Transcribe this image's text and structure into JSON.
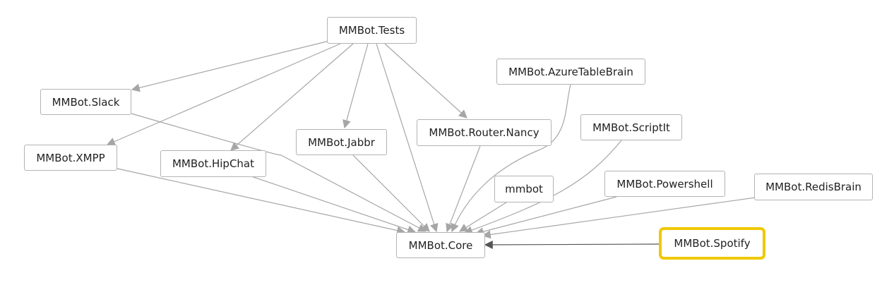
{
  "nodes": {
    "tests": "MMBot.Tests",
    "slack": "MMBot.Slack",
    "xmpp": "MMBot.XMPP",
    "hipchat": "MMBot.HipChat",
    "jabbr": "MMBot.Jabbr",
    "router_nancy": "MMBot.Router.Nancy",
    "azure_table_brain": "MMBot.AzureTableBrain",
    "scriptit": "MMBot.ScriptIt",
    "mmbot": "mmbot",
    "powershell": "MMBot.Powershell",
    "redis_brain": "MMBot.RedisBrain",
    "core": "MMBot.Core",
    "spotify": "MMBot.Spotify"
  },
  "selected_node": "spotify",
  "colors": {
    "edge": "#a6a6a6",
    "selected_edge": "#555555",
    "selection_highlight": "#f0c800",
    "node_border": "#b3b3b3"
  }
}
